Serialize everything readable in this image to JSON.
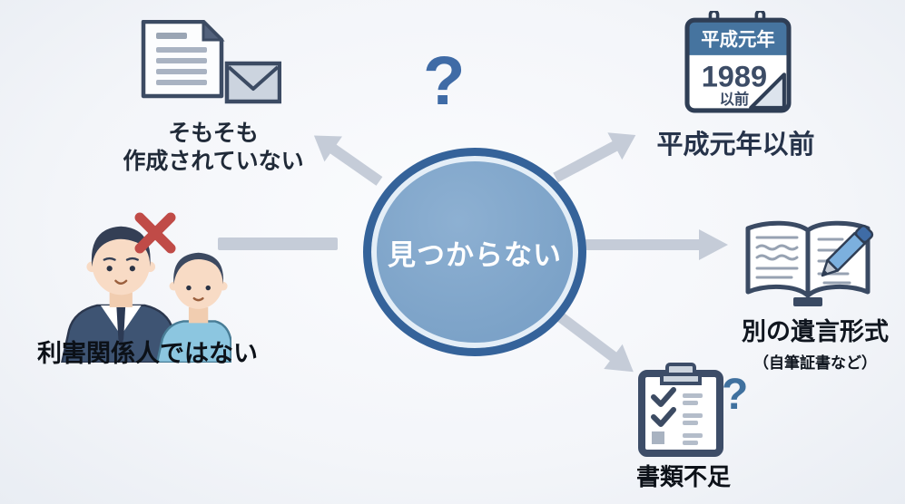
{
  "center": {
    "label": "見つからない",
    "question_mark": "?"
  },
  "branches": {
    "not_created": {
      "line1": "そもそも",
      "line2": "作成されていない"
    },
    "before_heisei": {
      "label": "平成元年以前",
      "calendar": {
        "header": "平成元年",
        "year": "1989",
        "suffix": "以前"
      }
    },
    "other_will_format": {
      "label": "別の遺言形式",
      "sublabel": "（自筆証書など）"
    },
    "not_interested_party": {
      "label": "利害関係人ではない"
    },
    "insufficient_documents": {
      "label": "書類不足",
      "question_mark": "?"
    }
  },
  "colors": {
    "background": "#f3f5f9",
    "circle_fill": "#7ea4c9",
    "circle_border": "#35639a",
    "accent_blue": "#3f6ba6",
    "arrow_gray": "#c5ccd8",
    "dark_navy": "#2f3e55",
    "red_x": "#c04b47",
    "calendar_header_bg": "#46749f",
    "pencil_blue": "#7cb0de",
    "shirt_light_blue": "#8cc6e0",
    "suit_navy": "#3e5473"
  }
}
